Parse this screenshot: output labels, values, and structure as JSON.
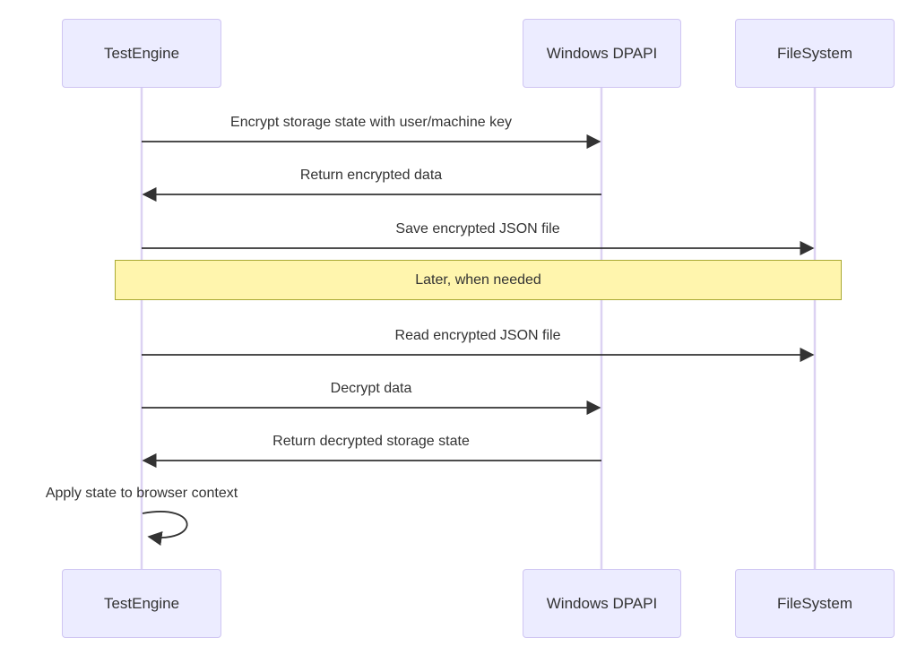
{
  "diagram": {
    "type": "sequence-diagram",
    "actors": [
      {
        "name": "TestEngine"
      },
      {
        "name": "Windows DPAPI"
      },
      {
        "name": "FileSystem"
      }
    ],
    "messages": [
      {
        "from": "TestEngine",
        "to": "Windows DPAPI",
        "label": "Encrypt storage state with user/machine key"
      },
      {
        "from": "Windows DPAPI",
        "to": "TestEngine",
        "label": "Return encrypted data"
      },
      {
        "from": "TestEngine",
        "to": "FileSystem",
        "label": "Save encrypted JSON file"
      },
      {
        "from": "TestEngine",
        "to": "FileSystem",
        "label": "Read encrypted JSON file"
      },
      {
        "from": "TestEngine",
        "to": "Windows DPAPI",
        "label": "Decrypt data"
      },
      {
        "from": "Windows DPAPI",
        "to": "TestEngine",
        "label": "Return decrypted storage state"
      },
      {
        "from": "TestEngine",
        "to": "TestEngine",
        "label": "Apply state to browser context"
      }
    ],
    "note": {
      "over": "TestEngine,FileSystem",
      "label": "Later, when needed"
    }
  },
  "colors": {
    "actor_fill": "#ECECFF",
    "actor_border": "#CFC5F2",
    "note_fill": "#FFF5AD",
    "note_border": "#AAAA33",
    "line": "#333333",
    "lifeline": "#DCD2F2",
    "text": "#333333",
    "background": "#FFFFFF"
  }
}
